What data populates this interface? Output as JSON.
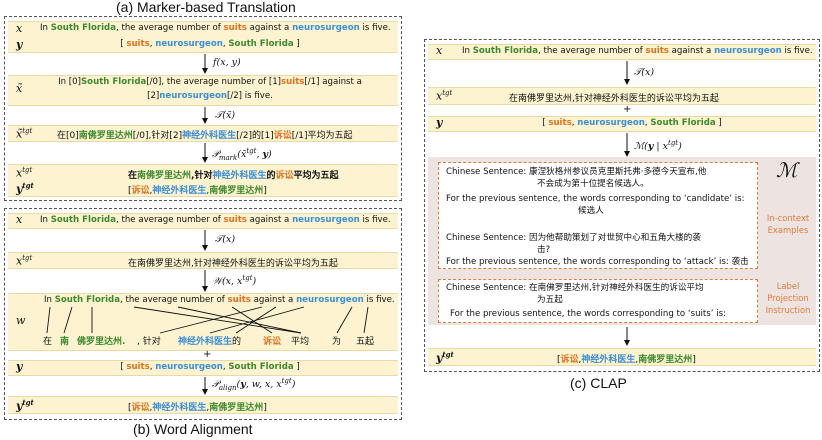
{
  "captions": {
    "a": "(a) Marker-based Translation",
    "b": "(b) Word Alignment",
    "c": "(c) CLAP"
  },
  "colors": {
    "location": "#3d8a2e",
    "person": "#3b8fd6",
    "event": "#e0701f",
    "row_bg": "#fdf3d0",
    "clap_bg": "#ede4e1"
  },
  "panel_a": {
    "x_label": "x",
    "x_text": [
      "In ",
      "South Florida",
      ", the average number of ",
      "suits",
      " against a ",
      "neurosurgeon",
      " is five."
    ],
    "y_label": "y",
    "y_text": [
      "[ ",
      "suits",
      ", ",
      "neurosurgeon",
      ", ",
      "South Florida",
      " ]"
    ],
    "op1": "f(x, y)",
    "xt_label": "x̃",
    "xt_line1": [
      "In [0]",
      "South Florida",
      "[/0], the average number of [1]",
      "suits",
      "[/1] against a"
    ],
    "xt_line2": [
      "[2]",
      "neurosurgeon",
      "[/2] is five."
    ],
    "op2": "𝒯(x̃)",
    "xtt_label": "x̃",
    "xtt_sup": "tgt",
    "xtt_text": [
      "在[0]",
      "南佛罗里达州",
      "[/0],针对[2]",
      "神经外科医生",
      "[/2]的[1]",
      "诉讼",
      "[/1]平均为五起"
    ],
    "op3": "𝒫mark(x̃tgt, y)",
    "xtgt_label": "x",
    "xtgt_sup": "tgt",
    "xtgt_text": [
      "在",
      "南佛罗里达州",
      ",针对",
      "神经外科医生",
      "的",
      "诉讼",
      "平均为五起"
    ],
    "ytgt_label": "y",
    "ytgt_sup": "tgt",
    "ytgt_text": [
      "[",
      "诉讼",
      ",",
      "神经外科医生",
      ",",
      "南佛罗里达州",
      "]"
    ]
  },
  "panel_b": {
    "x_label": "x",
    "x_text": [
      "In ",
      "South Florida",
      ", the average number of ",
      "suits",
      " against a ",
      "neurosurgeon",
      " is five."
    ],
    "op1": "𝒯(x)",
    "xtgt_label": "x",
    "xtgt_sup": "tgt",
    "xtgt_text": "在南佛罗里达州,针对神经外科医生的诉讼平均为五起",
    "op2": "𝒲(x, xtgt)",
    "w_label": "w",
    "w_src": [
      "In ",
      "South Florida",
      ", the average number of ",
      "suits",
      " against a ",
      "neurosurgeon",
      " is five."
    ],
    "w_tgt": [
      "在",
      "南",
      "佛罗里达州.",
      ", 针对",
      "神经外科医生",
      "的",
      "诉讼",
      "平均",
      "为",
      "五起"
    ],
    "plus": "+",
    "y_label": "y",
    "y_text": [
      "[ ",
      "suits",
      ", ",
      "neurosurgeon",
      ", ",
      "South Florida",
      " ]"
    ],
    "op3": "𝒫align(y, w, x, xtgt)",
    "ytgt_label": "y",
    "ytgt_sup": "tgt",
    "ytgt_text": [
      "[",
      "诉讼",
      ",",
      "神经外科医生",
      ",",
      "南佛罗里达州",
      "]"
    ]
  },
  "panel_c": {
    "x_label": "x",
    "x_text": [
      "In ",
      "South Florida",
      ", the average number of ",
      "suits",
      " against a ",
      "neurosurgeon",
      " is five."
    ],
    "op1": "𝒯(x)",
    "xtgt_label": "x",
    "xtgt_sup": "tgt",
    "xtgt_text": "在南佛罗里达州,针对神经外科医生的诉讼平均为五起",
    "plus": "+",
    "y_label": "y",
    "y_text": [
      "[ ",
      "suits",
      ", ",
      "neurosurgeon",
      ", ",
      "South Florida",
      " ]"
    ],
    "op2": "ℳ(y | xtgt)",
    "m_symbol": "ℳ",
    "ex1_line1": "Chinese Sentence: 康涅狄格州参议员克里斯托弗·多德今天宣布,他",
    "ex1_line2": "不会成为第十位提名候选人。",
    "ex1_line3": "For the previous sentence, the words corresponding to ‘candidate’ is:",
    "ex1_line4": "候选人",
    "ex2_line1": "Chinese Sentence: 因为他帮助策划了对世贸中心和五角大楼的袭",
    "ex2_line2": "击?",
    "ex2_line3": "For the previous sentence, the words corresponding to ‘attack’ is: 袭击",
    "side1": [
      "In-context",
      "Examples"
    ],
    "inst_line1": "Chinese Sentence: 在南佛罗里达州,针对神经外科医生的诉讼平均",
    "inst_line2": "为五起",
    "inst_line3": "For the previous sentence, the words corresponding to ‘suits’ is:",
    "side2": [
      "Label",
      "Projection",
      "Instruction"
    ],
    "ytgt_label": "y",
    "ytgt_sup": "tgt",
    "ytgt_text": [
      "[",
      "诉讼",
      ",",
      "神经外科医生",
      ",",
      "南佛罗里达州",
      "]"
    ]
  }
}
